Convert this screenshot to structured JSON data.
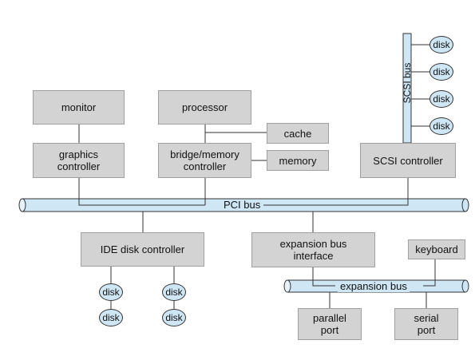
{
  "diagram": {
    "boxes": {
      "monitor": "monitor",
      "processor": "processor",
      "cache": "cache",
      "graphics_controller": [
        "graphics",
        "controller"
      ],
      "bridge_memory_controller": [
        "bridge/memory",
        "controller"
      ],
      "memory": "memory",
      "scsi_controller": "SCSI controller",
      "ide_disk_controller": "IDE disk controller",
      "expansion_bus_interface": [
        "expansion bus",
        "interface"
      ],
      "keyboard": "keyboard",
      "parallel_port": [
        "parallel",
        "port"
      ],
      "serial_port": [
        "serial",
        "port"
      ]
    },
    "buses": {
      "pci": "PCI bus",
      "expansion": "expansion bus",
      "scsi": "SCSI bus"
    },
    "disk_label": "disk"
  }
}
